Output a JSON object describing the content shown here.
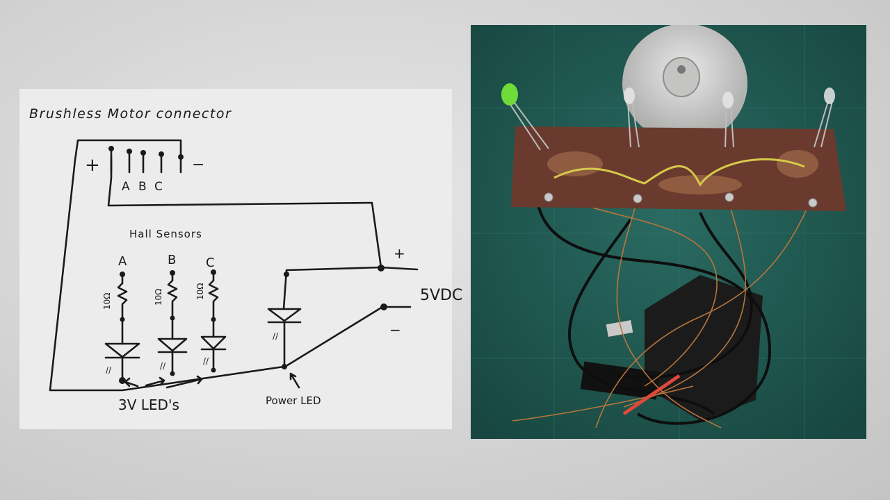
{
  "schematic": {
    "title": "Brushless Motor connector",
    "plus_pin": "+",
    "minus_pin": "−",
    "phase_a": "A",
    "phase_b": "B",
    "phase_c": "C",
    "hall_title": "Hall Sensors",
    "hall_a": "A",
    "hall_b": "B",
    "hall_c": "C",
    "res_a": "10Ω",
    "res_b": "10Ω",
    "res_c": "10Ω",
    "led_mark_a": "//",
    "led_mark_b": "//",
    "led_mark_c": "//",
    "led_mark_power": "//",
    "supply_plus": "+",
    "supply_minus": "−",
    "supply_label": "5VDC",
    "leds_label": "3V LED's",
    "power_led_label": "Power LED"
  },
  "colors": {
    "ink": "#1a1a1a",
    "paper": "#ececec",
    "mat": "#1f5a52",
    "board": "#6a3a2e",
    "wire_yellow": "#d6c94a",
    "wire_copper": "#b9763c",
    "led_green": "#6fdc3a",
    "sleeve_red": "#e0483c"
  }
}
